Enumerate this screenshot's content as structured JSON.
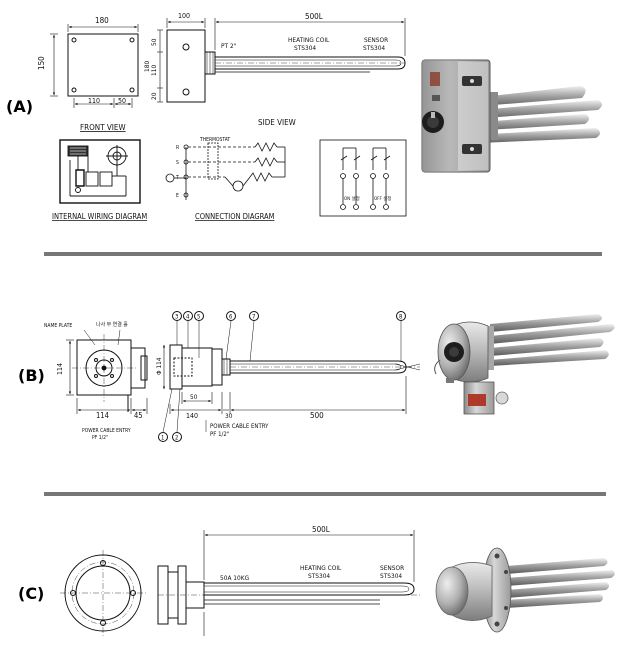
{
  "sections": [
    {
      "label": "(A)"
    },
    {
      "label": "(B)"
    },
    {
      "label": "(C)"
    }
  ],
  "a": {
    "dim_180": "180",
    "dim_150": "150",
    "dim_110": "110",
    "dim_50": "50",
    "dim_100": "100",
    "dim_50_side": "50",
    "dim_110_side": "110",
    "dim_180_side": "180",
    "dim_20": "20",
    "length": "500L",
    "pt": "PT 2\"",
    "coil_l1": "HEATING COIL",
    "coil_l2": "STS304",
    "sensor_l1": "SENSOR",
    "sensor_l2": "STS304",
    "front_view": "FRONT VIEW",
    "side_view": "SIDE VIEW",
    "wiring": "INTERNAL WIRING DIAGRAM",
    "connection": "CONNECTION DIAGRAM",
    "thermostat": "THERMOSTAT",
    "terminals": [
      "R",
      "S",
      "T",
      "E"
    ],
    "sw_on": "ON 설정",
    "sw_off": "OFF 설정"
  },
  "b": {
    "name_plate": "NAME PLATE",
    "note": "나사 부 연결 홀",
    "dim_114_v": "114",
    "dim_114_h": "114",
    "dim_45": "45",
    "dim_phi114": "Φ 114",
    "dim_50": "50",
    "dim_140": "140",
    "dim_30": "30",
    "length": "500",
    "cable_left_l1": "POWER CABLE ENTRY",
    "cable_left_l2": "PF 1/2\"",
    "cable_right_l1": "POWER CABLE ENTRY",
    "cable_right_l2": "PF 1/2\"",
    "balloons_top": [
      "3",
      "4",
      "5",
      "6",
      "7",
      "8"
    ],
    "balloons_bottom": [
      "1",
      "2"
    ]
  },
  "c": {
    "length": "500L",
    "flange": "50A 10KG",
    "coil_l1": "HEATING COIL",
    "coil_l2": "STS304",
    "sensor_l1": "SENSOR",
    "sensor_l2": "STS304"
  }
}
